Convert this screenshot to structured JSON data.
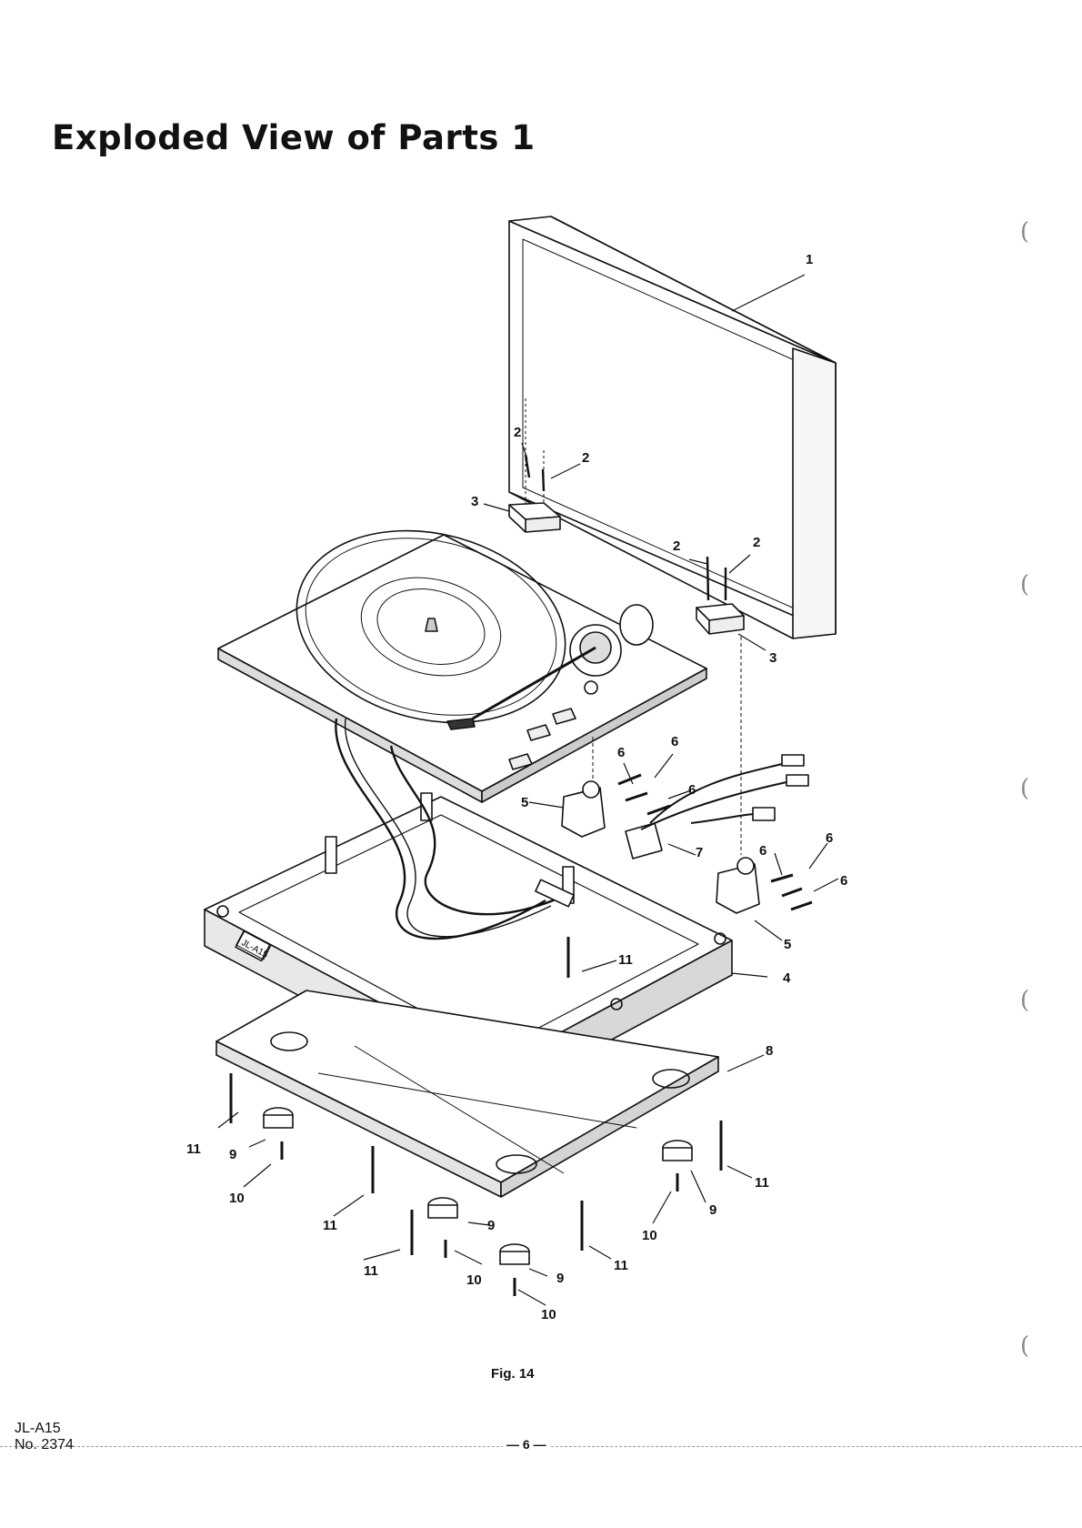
{
  "header": {
    "title": "Exploded View of Parts 1"
  },
  "figure": {
    "caption": "Fig. 14",
    "callouts": {
      "c1": "1",
      "c2a": "2",
      "c2b": "2",
      "c2c": "2",
      "c2d": "2",
      "c3a": "3",
      "c3b": "3",
      "c4": "4",
      "c5a": "5",
      "c5b": "5",
      "c6a": "6",
      "c6b": "6",
      "c6c": "6",
      "c6d": "6",
      "c6e": "6",
      "c6f": "6",
      "c7": "7",
      "c8": "8",
      "c9a": "9",
      "c9b": "9",
      "c9c": "9",
      "c9d": "9",
      "c10a": "10",
      "c10b": "10",
      "c10c": "10",
      "c10d": "10",
      "c11a": "11",
      "c11b": "11",
      "c11c": "11",
      "c11d": "11",
      "c11e": "11",
      "c11f": "11"
    },
    "base_label": "JL-A15"
  },
  "footer": {
    "model": "JL-A15",
    "doc_no": "No. 2374",
    "page": "— 6 —"
  }
}
